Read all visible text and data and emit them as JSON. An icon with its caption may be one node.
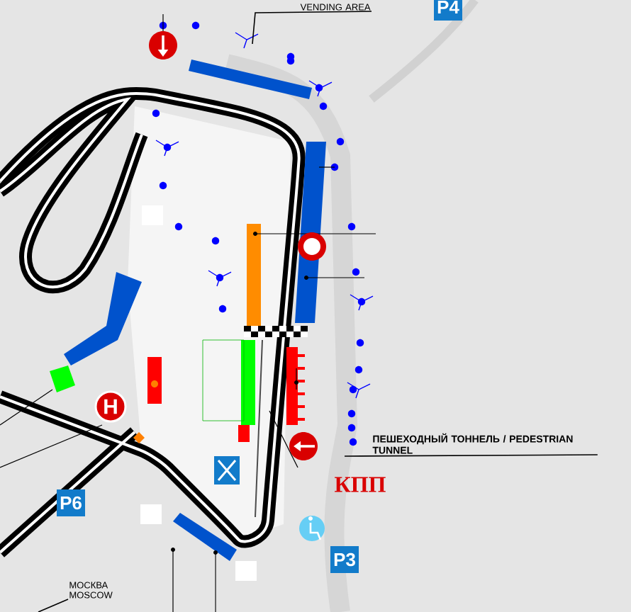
{
  "diagram": {
    "nodes": [
      {
        "text": [
          "VENDING AREA"
        ]
      },
      {
        "text": [
          "ПЕШЕХОДНЫЙ ТОННЕЛЬ / PEDESTRIAN TUNNEL"
        ]
      },
      {
        "text": [
          "МОСКВА MOSCOW"
        ]
      }
    ],
    "edges": [
      {
        "from": 0,
        "to": null,
        "arrow": "none"
      },
      {
        "from": 1,
        "to": null,
        "arrow": "none"
      },
      {
        "from": 2,
        "to": null,
        "arrow": "none"
      }
    ],
    "labels": [
      "P4",
      "H",
      "КПП",
      "P6",
      "P3"
    ]
  }
}
